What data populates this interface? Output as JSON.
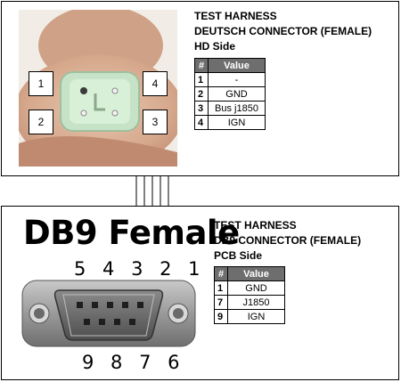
{
  "deutsch": {
    "title_line1": "TEST HARNESS",
    "title_line2": "DEUTSCH CONNECTOR (FEMALE)",
    "title_line3": "HD Side",
    "pin_labels": [
      "1",
      "4",
      "2",
      "3"
    ],
    "table": {
      "headers": [
        "#",
        "Value"
      ],
      "rows": [
        {
          "num": "1",
          "value": "-"
        },
        {
          "num": "2",
          "value": "GND"
        },
        {
          "num": "3",
          "value": "Bus j1850"
        },
        {
          "num": "4",
          "value": "IGN"
        }
      ]
    }
  },
  "db9": {
    "heading": "DB9 Female",
    "top_pin_numbers": "5 4 3 2 1",
    "bottom_pin_numbers": "9 8 7 6",
    "title_line1": "TEST HARNESS",
    "title_line2": "DB9 CONNECTOR (FEMALE)",
    "title_line3": "PCB Side",
    "table": {
      "headers": [
        "#",
        "Value"
      ],
      "rows": [
        {
          "num": "1",
          "value": "GND"
        },
        {
          "num": "7",
          "value": "J1850"
        },
        {
          "num": "9",
          "value": "IGN"
        }
      ]
    }
  },
  "colors": {
    "table_header_bg": "#6e6e6e",
    "connector_body": "#c7e3c7",
    "db9_shell": "#9a9a9a",
    "db9_insert": "#6a6a6a"
  }
}
